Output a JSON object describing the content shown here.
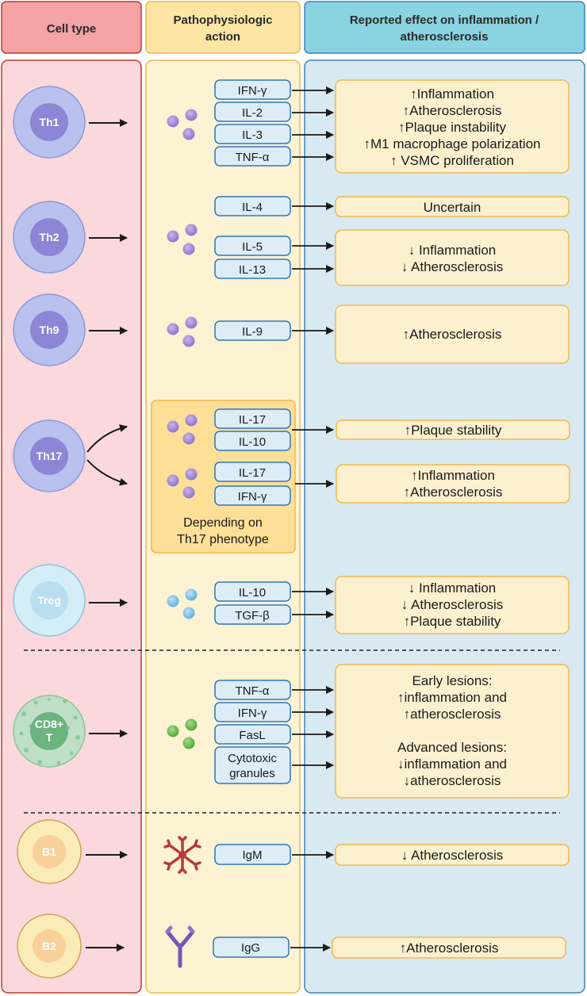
{
  "headers": {
    "col1": "Cell type",
    "col2_line1": "Pathophysiologic",
    "col2_line2": "action",
    "col3_line1": "Reported effect on inflammation /",
    "col3_line2": "atherosclerosis"
  },
  "colors": {
    "col1_bg": "#fbd8dc",
    "col1_border": "#c0392b",
    "col1_header": "#f4a3a6",
    "col2_bg": "#fdf2d2",
    "col2_border": "#f2b84b",
    "col2_header": "#fde5a5",
    "col3_bg": "#d8e9f1",
    "col3_border": "#3a82bf",
    "col3_header": "#8ad3e0",
    "cytokine_box_bg": "#dcedf7",
    "cytokine_box_border": "#2f78b8",
    "effect_box_bg": "#fdf0cf",
    "effect_box_border": "#f2b84b",
    "th17_panel_bg": "#fddf97"
  },
  "cells": {
    "th1": "Th1",
    "th2": "Th2",
    "th9": "Th9",
    "th17": "Th17",
    "treg": "Treg",
    "cd8_line1": "CD8+",
    "cd8_line2": "T",
    "b1": "B1",
    "b2": "B2"
  },
  "cytokines": {
    "th1": [
      "IFN-γ",
      "IL-2",
      "IL-3",
      "TNF-α"
    ],
    "th2": [
      "IL-4",
      "IL-5",
      "IL-13"
    ],
    "th9": [
      "IL-9"
    ],
    "th17_a": [
      "IL-17",
      "IL-10"
    ],
    "th17_b": [
      "IL-17",
      "IFN-γ"
    ],
    "treg": [
      "IL-10",
      "TGF-β"
    ],
    "cd8": [
      "TNF-α",
      "IFN-γ",
      "FasL"
    ],
    "cd8_granules_line1": "Cytotoxic",
    "cd8_granules_line2": "granules",
    "b1": [
      "IgM"
    ],
    "b2": [
      "IgG"
    ]
  },
  "th17_note_line1": "Depending on",
  "th17_note_line2": "Th17 phenotype",
  "effects": {
    "th1": [
      "↑Inflammation",
      "↑Atherosclerosis",
      "↑Plaque instability",
      "↑M1 macrophage polarization",
      "↑ VSMC proliferation"
    ],
    "th2_uncertain": "Uncertain",
    "th2": [
      "↓ Inflammation",
      "↓ Atherosclerosis"
    ],
    "th9": "↑Atherosclerosis",
    "th17_a": "↑Plaque stability",
    "th17_b": [
      "↑Inflammation",
      "↑Atherosclerosis"
    ],
    "treg": [
      "↓ Inflammation",
      "↓ Atherosclerosis",
      "↑Plaque stability"
    ],
    "cd8": [
      "Early lesions:",
      "↑inflammation and",
      "↑atherosclerosis",
      "Advanced lesions:",
      "↓inflammation and",
      "↓atherosclerosis"
    ],
    "b1": "↓ Atherosclerosis",
    "b2": "↑Atherosclerosis"
  }
}
